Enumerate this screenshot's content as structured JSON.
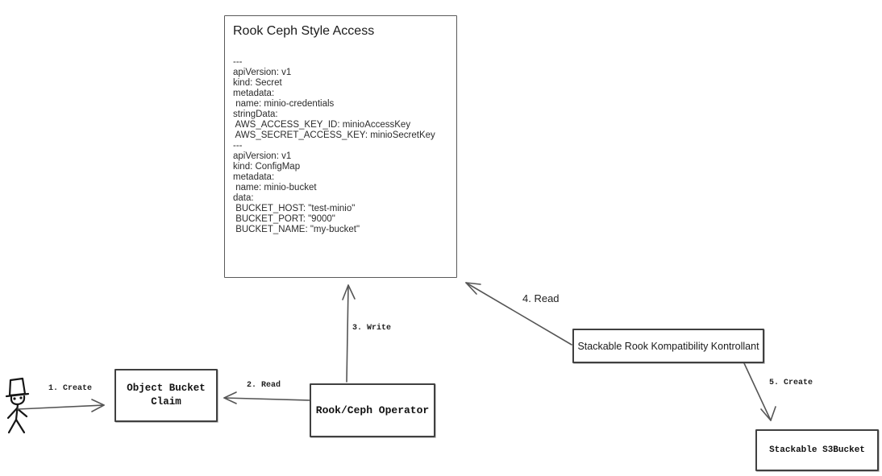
{
  "diagram": {
    "colors": {
      "background": "#ffffff",
      "box_border": "#404040",
      "edge_stroke": "#555555",
      "text": "#1a1a1a"
    },
    "rook_ceph_box": {
      "title": "Rook Ceph Style Access",
      "yaml_lines": [
        "---",
        "apiVersion: v1",
        "kind: Secret",
        "metadata:",
        " name: minio-credentials",
        "stringData:",
        " AWS_ACCESS_KEY_ID: minioAccessKey",
        " AWS_SECRET_ACCESS_KEY: minioSecretKey",
        "---",
        "apiVersion: v1",
        "kind: ConfigMap",
        "metadata:",
        " name: minio-bucket",
        "data:",
        " BUCKET_HOST: \"test-minio\"",
        " BUCKET_PORT: \"9000\"",
        " BUCKET_NAME: \"my-bucket\""
      ]
    },
    "nodes": {
      "object_bucket_claim": {
        "label": "Object Bucket Claim"
      },
      "rook_ceph_operator": {
        "label": "Rook/Ceph Operator"
      },
      "stackable_rook_kompatibility_kontrollant": {
        "label": "Stackable Rook Kompatibility Kontrollant"
      },
      "stackable_s3bucket": {
        "label": "Stackable S3Bucket"
      }
    },
    "edge_labels": {
      "create1": "1. Create",
      "read2": "2. Read",
      "write3": "3. Write",
      "read4": "4. Read",
      "create5": "5. Create"
    },
    "actor": {
      "name": "user"
    }
  }
}
